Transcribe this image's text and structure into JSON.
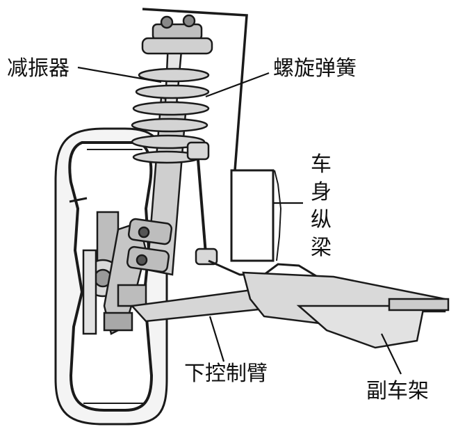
{
  "labels": {
    "shock_absorber": "减振器",
    "coil_spring": "螺旋弹簧",
    "body_rail": [
      "车",
      "身",
      "纵",
      "梁"
    ],
    "lower_control_arm": "下控制臂",
    "subframe": "副车架"
  }
}
